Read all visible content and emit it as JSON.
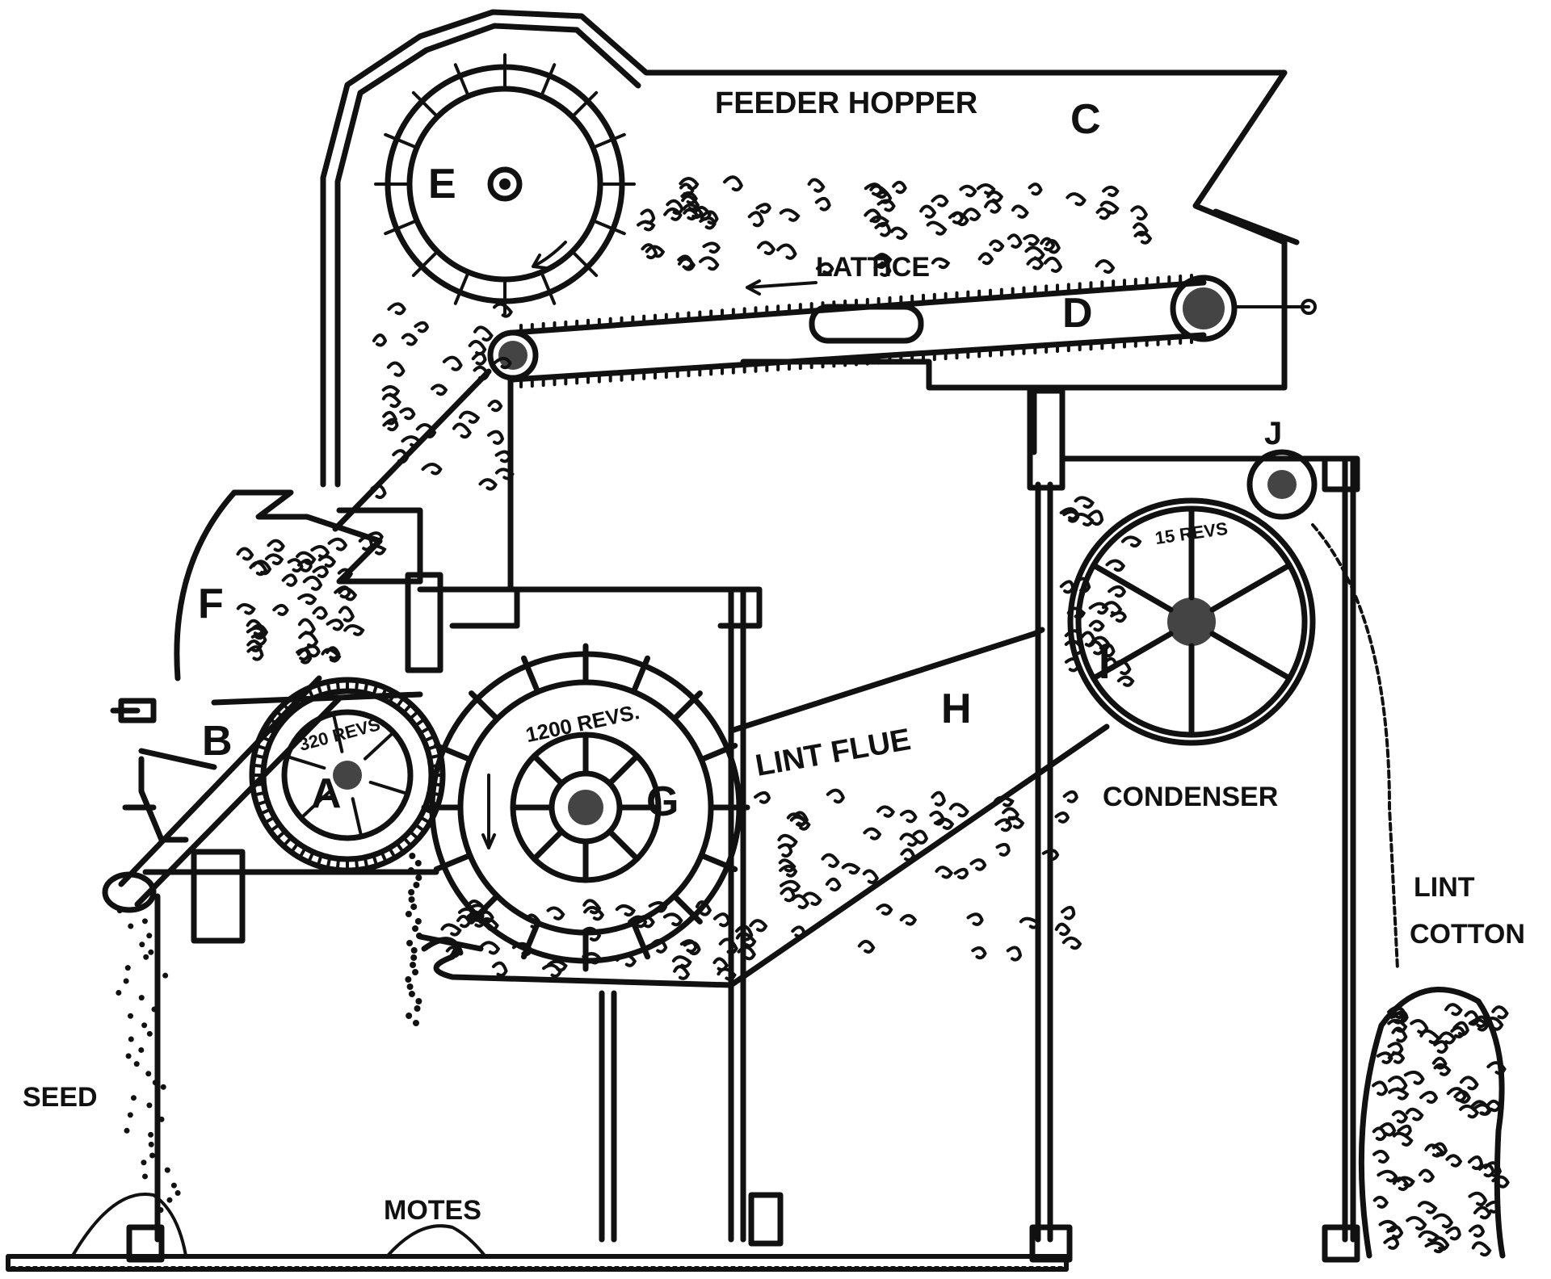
{
  "labels": {
    "feeder_hopper": "FEEDER HOPPER",
    "c": "C",
    "e": "E",
    "lattice": "LATTICE",
    "d": "D",
    "j": "J",
    "revs_15": "15 REVS",
    "f": "F",
    "b": "B",
    "revs_320": "320 REVS",
    "a": "A",
    "revs_1200": "1200 REVS.",
    "g": "G",
    "lint_flue": "LINT FLUE",
    "h": "H",
    "i": "I",
    "condenser": "CONDENSER",
    "lint": "LINT",
    "cotton": "COTTON",
    "seed": "SEED",
    "motes": "MOTES"
  },
  "colors": {
    "ink": "#111111",
    "paper": "#ffffff"
  }
}
